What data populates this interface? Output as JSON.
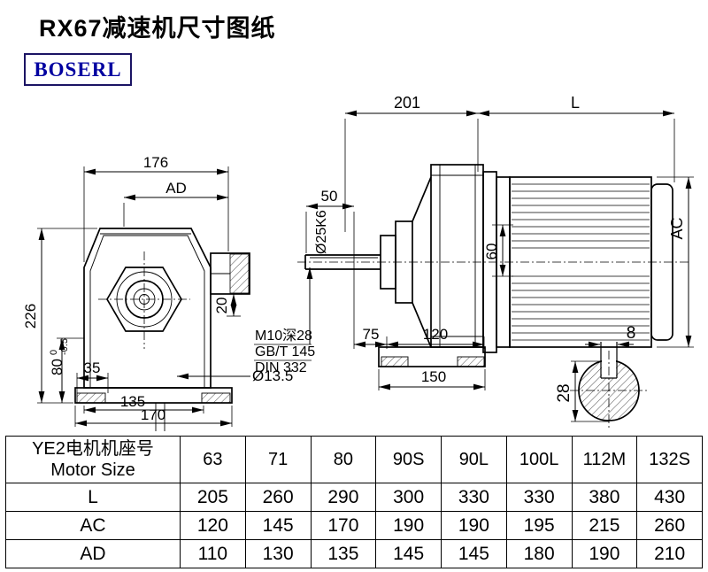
{
  "page": {
    "title": "RX67减速机尺寸图纸",
    "brand": "BOSERL"
  },
  "front_view": {
    "dim_176": "176",
    "dim_ad": "AD",
    "dim_226": "226",
    "dim_80": "80",
    "dim_80_tol_upper": "0",
    "dim_80_tol_lower": "-0.5",
    "dim_35": "35",
    "dim_135": "135",
    "dim_170": "170",
    "dim_20": "20",
    "dim_hole": "Ø13.5"
  },
  "side_view": {
    "dim_201": "201",
    "dim_l": "L",
    "dim_50": "50",
    "dim_shaft": "Ø25K6",
    "dim_60": "60",
    "dim_ac": "AC",
    "note_tap": "M10深28",
    "note_gbt": "GB/T 145",
    "note_din": "DIN 332",
    "dim_75": "75",
    "dim_120": "120",
    "dim_150": "150"
  },
  "shaft_view": {
    "dim_key_width": "8",
    "dim_28": "28"
  },
  "table": {
    "header_line1": "YE2电机机座号",
    "header_line2": "Motor Size",
    "sizes": [
      "63",
      "71",
      "80",
      "90S",
      "90L",
      "100L",
      "112M",
      "132S"
    ],
    "rows": [
      {
        "label": "L",
        "values": [
          "205",
          "260",
          "290",
          "300",
          "330",
          "330",
          "380",
          "430"
        ]
      },
      {
        "label": "AC",
        "values": [
          "120",
          "145",
          "170",
          "190",
          "190",
          "195",
          "215",
          "260"
        ]
      },
      {
        "label": "AD",
        "values": [
          "110",
          "130",
          "135",
          "145",
          "145",
          "180",
          "190",
          "210"
        ]
      }
    ]
  }
}
